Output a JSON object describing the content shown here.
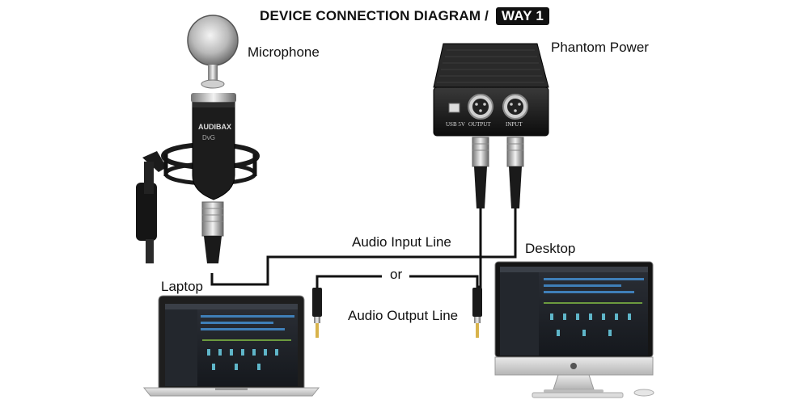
{
  "title": {
    "main": "DEVICE CONNECTION DIAGRAM /",
    "badge": "WAY 1"
  },
  "labels": {
    "microphone": "Microphone",
    "phantom_power": "Phantom Power",
    "audio_input_line": "Audio Input Line",
    "desktop": "Desktop",
    "laptop": "Laptop",
    "or": "or",
    "audio_output_line": "Audio Output Line"
  },
  "device_text": {
    "mic_brand": "AUDIBAX",
    "mic_model": "DvG",
    "port_usb": "USB 5V",
    "port_output": "OUTPUT",
    "port_input": "INPUT"
  }
}
